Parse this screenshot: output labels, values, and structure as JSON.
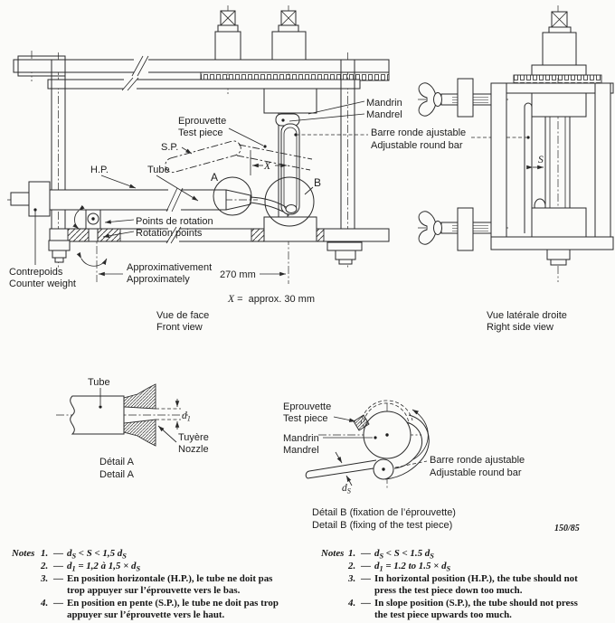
{
  "front_view": {
    "eprouvette_fr": "Eprouvette",
    "eprouvette_en": "Test piece",
    "sp": "S.P.",
    "hp": "H.P.",
    "tube": "Tube",
    "mandrin_fr": "Mandrin",
    "mandrin_en": "Mandrel",
    "barre_fr": "Barre ronde ajustable",
    "barre_en": "Adjustable round bar",
    "rotation_fr": "Points de rotation",
    "rotation_en": "Rotation points",
    "weight_fr": "Contrepoids",
    "weight_en": "Counter weight",
    "approx_fr": "Approximativement",
    "approx_en": "Approximately",
    "dim_270": "270 mm",
    "dim_x": "X",
    "x_note_var": "X",
    "x_note_rest": " =  approx. 30 mm",
    "marker_a": "A",
    "marker_b": "B",
    "caption_fr": "Vue de face",
    "caption_en": "Front view"
  },
  "side_view": {
    "dim_s": "S",
    "caption_fr": "Vue latérale droite",
    "caption_en": "Right side view"
  },
  "detail_a": {
    "tube": "Tube",
    "d_var": "d",
    "d_sub": "1",
    "tuyere_fr": "Tuyère",
    "tuyere_en": "Nozzle",
    "caption_fr": "Détail A",
    "caption_en": "Detail A"
  },
  "detail_b": {
    "eprouvette_fr": "Eprouvette",
    "eprouvette_en": "Test piece",
    "mandrin_fr": "Mandrin",
    "mandrin_en": "Mandrel",
    "barre_fr": "Barre ronde ajustable",
    "barre_en": "Adjustable round bar",
    "d_var": "d",
    "d_sub": "S",
    "caption_fr": "Détail B (fixation de l’éprouvette)",
    "caption_en": "Detail B (fixing of the test piece)"
  },
  "ref": "150/85",
  "notes_fr": {
    "label": "Notes",
    "n1": {
      "num": "1.",
      "dash": "—",
      "a": "d",
      "a_sub": "S",
      "mid": " < S < 1,5 ",
      "b": "d",
      "b_sub": "S"
    },
    "n2": {
      "num": "2.",
      "dash": "—",
      "a": "d",
      "a_sub": "1",
      "mid": " = 1,2 à 1,5 × ",
      "b": "d",
      "b_sub": "S"
    },
    "n3": {
      "num": "3.",
      "dash": "—",
      "l1": "En position horizontale (H.P.), le tube ne doit pas",
      "l2": "trop appuyer sur l’éprouvette vers le bas."
    },
    "n4": {
      "num": "4.",
      "dash": "—",
      "l1": "En position en pente (S.P.), le tube ne doit pas trop",
      "l2": "appuyer sur l’éprouvette vers le haut."
    }
  },
  "notes_en": {
    "label": "Notes",
    "n1": {
      "num": "1.",
      "dash": "—",
      "a": "d",
      "a_sub": "S",
      "mid": " < S < 1.5 ",
      "b": "d",
      "b_sub": "S"
    },
    "n2": {
      "num": "2.",
      "dash": "—",
      "a": "d",
      "a_sub": "1",
      "mid": " = 1.2 to 1.5 × ",
      "b": "d",
      "b_sub": "S"
    },
    "n3": {
      "num": "3.",
      "dash": "—",
      "l1": "In horizontal position (H.P.), the tube should not",
      "l2": "press the test piece down too much."
    },
    "n4": {
      "num": "4.",
      "dash": "—",
      "l1": "In slope position (S.P.), the tube should not press",
      "l2": "the test piece upwards too much."
    }
  },
  "colors": {
    "ink": "#2a2a2a",
    "paper": "#fbfbf9"
  }
}
